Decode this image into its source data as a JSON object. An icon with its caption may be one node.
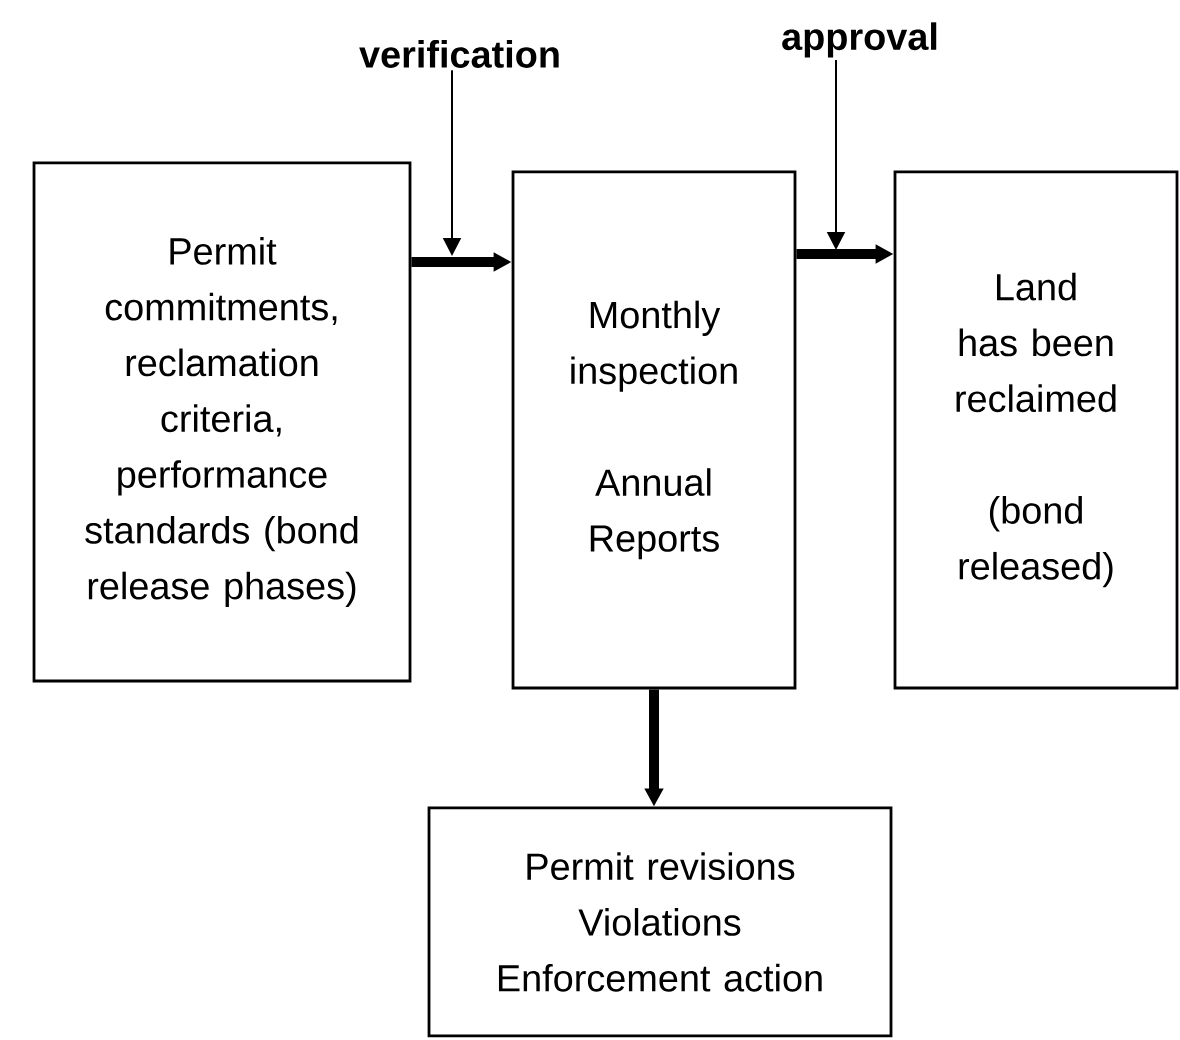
{
  "diagram": {
    "nodes": [
      {
        "text": [
          "Permit commitments, reclamation criteria, performance standards (bond release phases)"
        ]
      },
      {
        "text": [
          "Monthly inspection",
          "Annual Reports"
        ]
      },
      {
        "text": [
          "Land has been reclaimed",
          "(bond released)"
        ]
      },
      {
        "text": [
          "Permit revisions",
          "Violations",
          "Enforcement action"
        ]
      },
      {
        "text": [
          "verification"
        ]
      },
      {
        "text": [
          "approval"
        ]
      }
    ],
    "edges": [
      {
        "from": 0,
        "to": 1,
        "arrow": "to"
      },
      {
        "from": 1,
        "to": 2,
        "arrow": "to"
      },
      {
        "from": 1,
        "to": 3,
        "arrow": "to"
      },
      {
        "from": 4,
        "to": null,
        "arrow": "to"
      },
      {
        "from": 5,
        "to": null,
        "arrow": "to"
      }
    ]
  }
}
